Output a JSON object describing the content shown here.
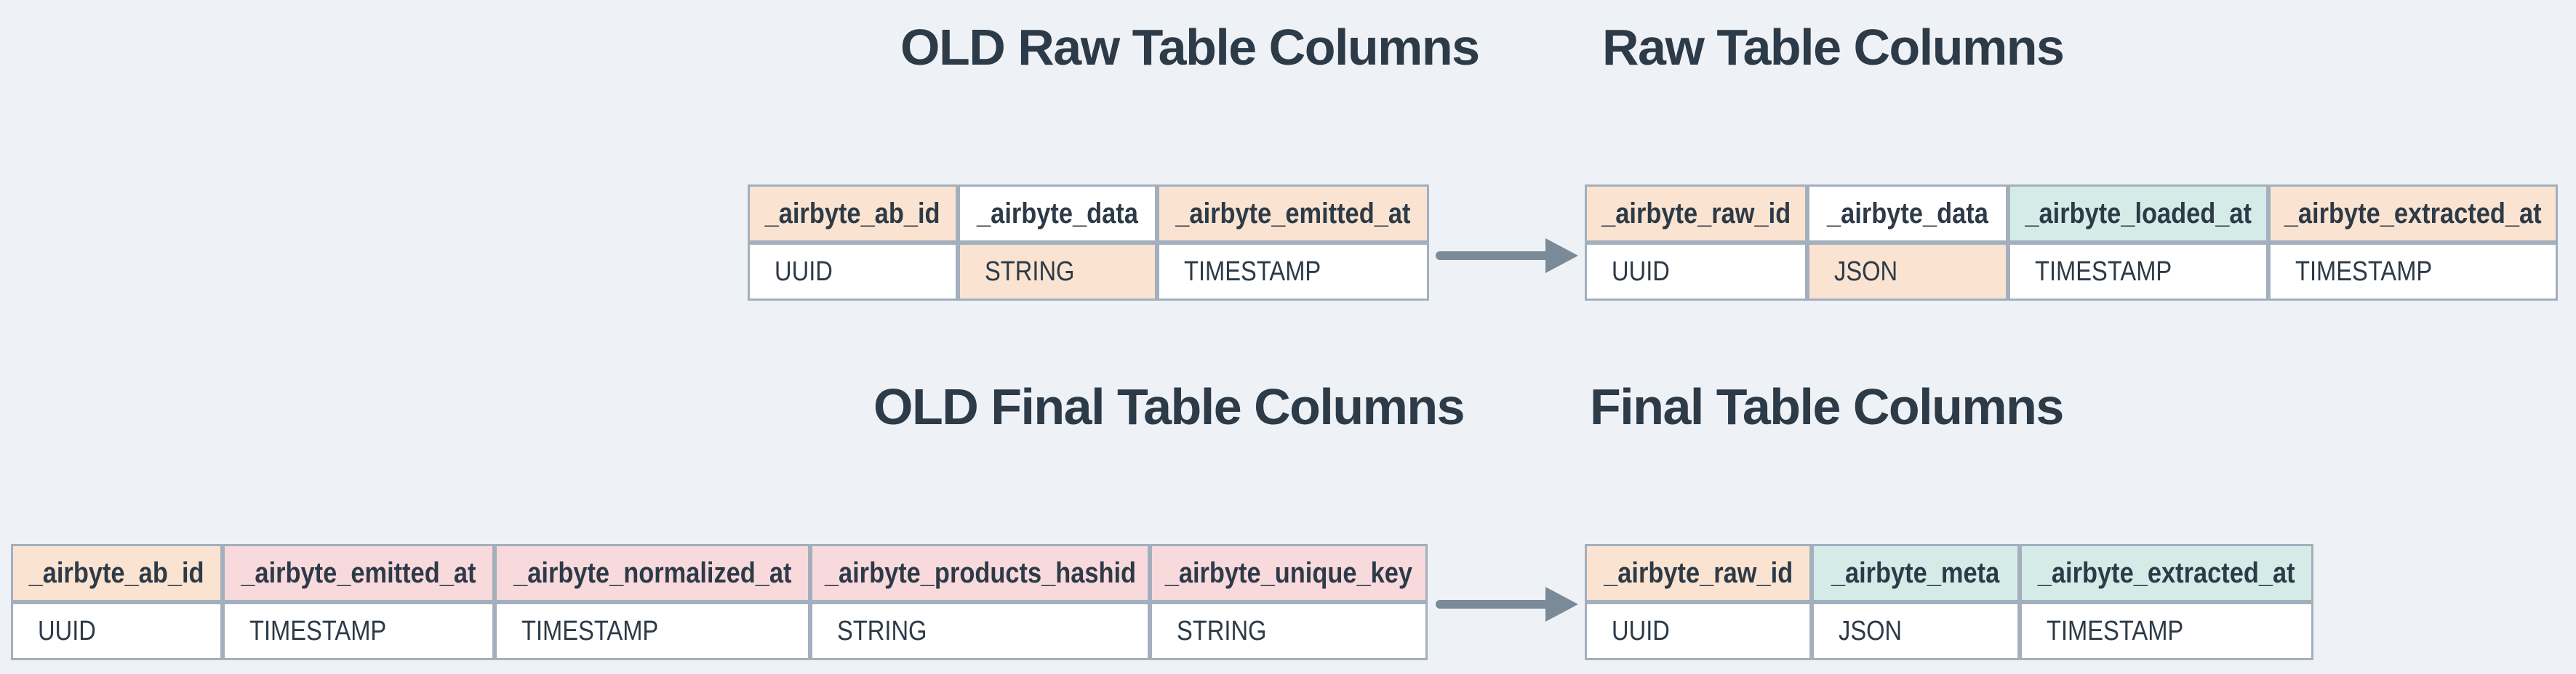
{
  "colors": {
    "background": "#eef2f6",
    "peach": "#fae3d1",
    "pink": "#f8d9dc",
    "teal": "#d5ebe8",
    "white": "#ffffff",
    "border": "#a3afbd",
    "arrow": "#7b8a99",
    "text": "#2d3a47"
  },
  "titles": [
    {
      "text": "OLD Raw Table Columns"
    },
    {
      "text": "Raw Table Columns"
    },
    {
      "text": "OLD Final Table Columns"
    },
    {
      "text": "Final Table Columns"
    }
  ],
  "tables": [
    {
      "name": "OLD Raw Table Columns",
      "headers": [
        "_airbyte_ab_id",
        "_airbyte_data",
        "_airbyte_emitted_at"
      ],
      "header_colors": [
        "peach",
        "white",
        "peach"
      ],
      "types": [
        "UUID",
        "STRING",
        "TIMESTAMP"
      ],
      "type_colors": [
        "white",
        "peach",
        "white"
      ]
    },
    {
      "name": "Raw Table Columns",
      "headers": [
        "_airbyte_raw_id",
        "_airbyte_data",
        "_airbyte_loaded_at",
        "_airbyte_extracted_at"
      ],
      "header_colors": [
        "peach",
        "white",
        "teal",
        "peach"
      ],
      "types": [
        "UUID",
        "JSON",
        "TIMESTAMP",
        "TIMESTAMP"
      ],
      "type_colors": [
        "white",
        "peach",
        "white",
        "white"
      ]
    },
    {
      "name": "OLD Final Table Columns",
      "headers": [
        "_airbyte_ab_id",
        "_airbyte_emitted_at",
        "_airbyte_normalized_at",
        "_airbyte_products_hashid",
        "_airbyte_unique_key"
      ],
      "header_colors": [
        "peach",
        "pink",
        "pink",
        "pink",
        "pink"
      ],
      "types": [
        "UUID",
        "TIMESTAMP",
        "TIMESTAMP",
        "STRING",
        "STRING"
      ],
      "type_colors": [
        "white",
        "white",
        "white",
        "white",
        "white"
      ]
    },
    {
      "name": "Final Table Columns",
      "headers": [
        "_airbyte_raw_id",
        "_airbyte_meta",
        "_airbyte_extracted_at"
      ],
      "header_colors": [
        "peach",
        "teal",
        "teal"
      ],
      "types": [
        "UUID",
        "JSON",
        "TIMESTAMP"
      ],
      "type_colors": [
        "white",
        "white",
        "white"
      ]
    }
  ]
}
